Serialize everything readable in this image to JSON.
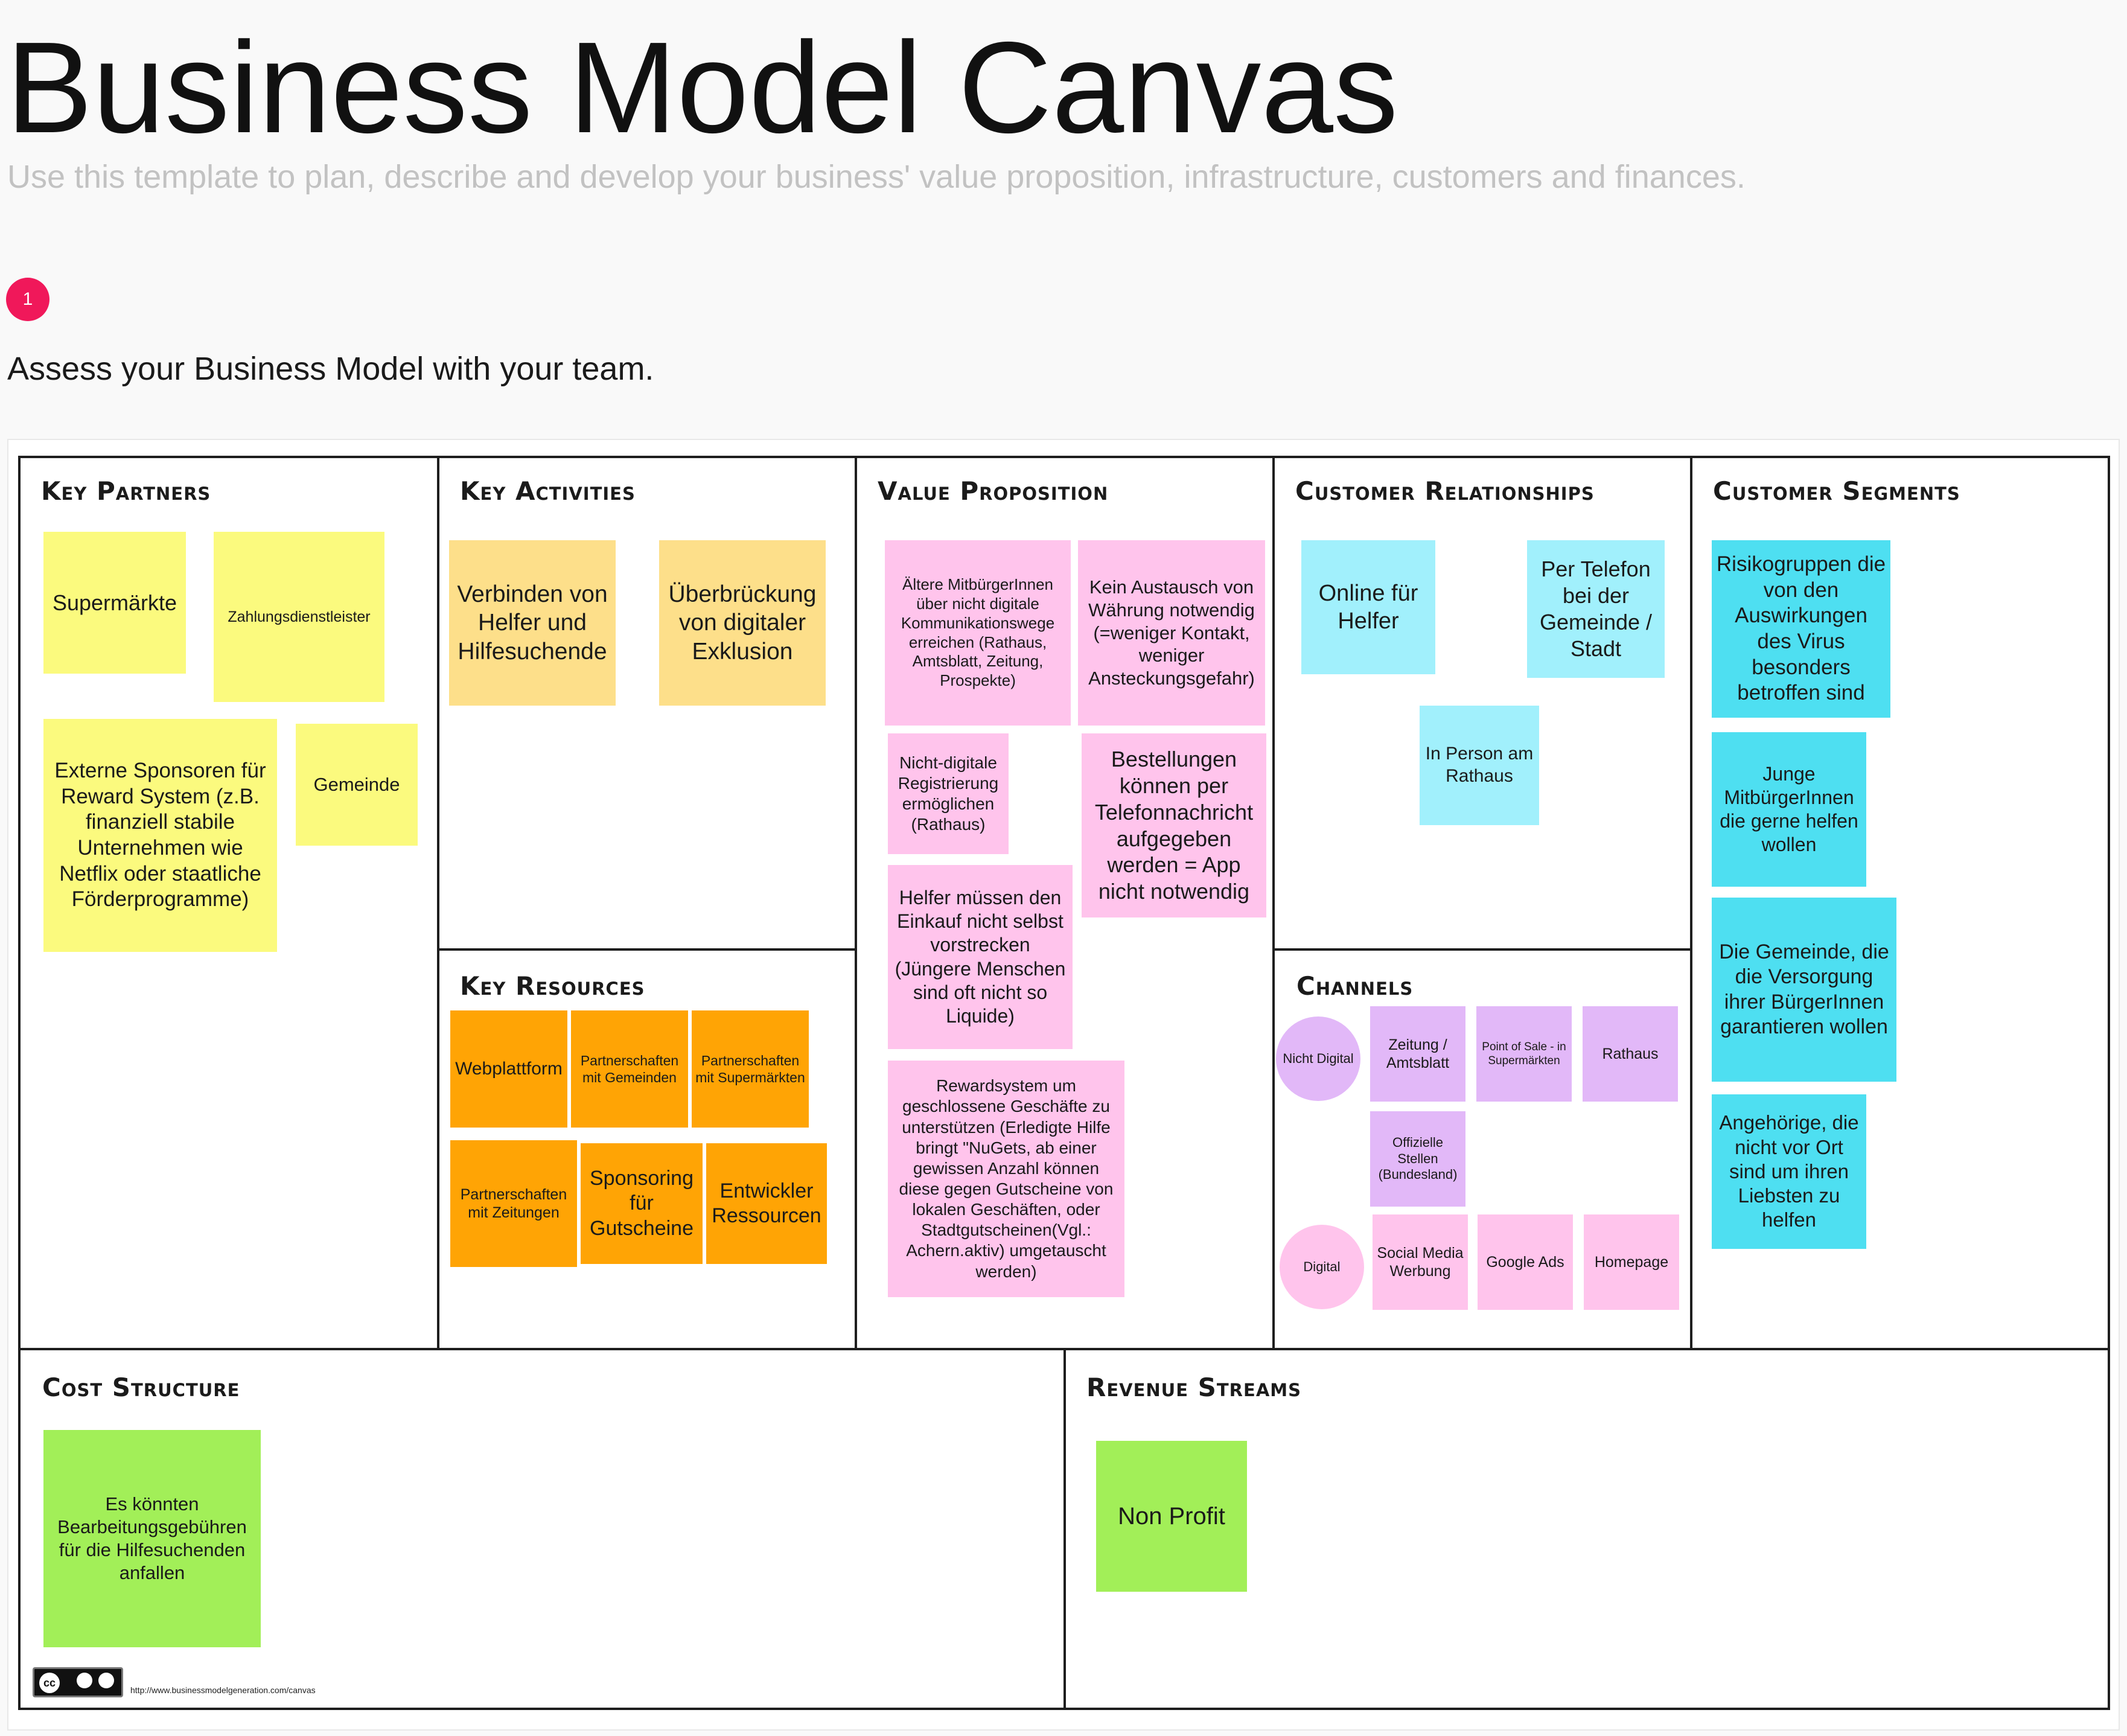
{
  "header": {
    "title": "Business Model Canvas",
    "subtitle": "Use this template to plan, describe and develop your business' value proposition, infrastructure, customers and finances.",
    "step_number": "1",
    "step_text": "Assess your Business Model with your team."
  },
  "sections": {
    "key_partners": "Key Partners",
    "key_activities": "Key Activities",
    "key_resources": "Key Resources",
    "value_proposition": "Value Proposition",
    "customer_relationships": "Customer Relationships",
    "channels": "Channels",
    "customer_segments": "Customer Segments",
    "cost_structure": "Cost Structure",
    "revenue_streams": "Revenue Streams"
  },
  "notes": {
    "key_partners": [
      "Supermärkte",
      "Zahlungsdienstleister",
      "Externe Sponsoren für Reward System (z.B. finanziell stabile Unternehmen wie Netflix oder staatliche Förderprogramme)",
      "Gemeinde"
    ],
    "key_activities": [
      "Verbinden von Helfer und Hilfesuchende",
      "Überbrückung von digitaler Exklusion"
    ],
    "key_resources": [
      "Webplattform",
      "Partnerschaften mit Gemeinden",
      "Partnerschaften mit Supermärkten",
      "Partnerschaften mit Zeitungen",
      "Sponsoring für Gutscheine",
      "Entwickler Ressourcen"
    ],
    "value_proposition": [
      "Ältere MitbürgerInnen über nicht digitale Kommunikationswege erreichen (Rathaus, Amtsblatt, Zeitung, Prospekte)",
      "Kein Austausch von Währung notwendig (=weniger Kontakt, weniger Ansteckungsgefahr)",
      "Nicht-digitale Registrierung ermöglichen (Rathaus)",
      "Bestellungen können per Telefonnachricht aufgegeben werden = App nicht notwendig",
      "Helfer  müssen den Einkauf nicht selbst vorstrecken (Jüngere Menschen sind oft nicht so Liquide)",
      "Rewardsystem um geschlossene Geschäfte zu unterstützen (Erledigte Hilfe bringt \"NuGets, ab einer gewissen Anzahl können diese gegen Gutscheine von lokalen Geschäften, oder Stadtgutscheinen(Vgl.: Achern.aktiv) umgetauscht werden)"
    ],
    "customer_relationships": [
      "Online für Helfer",
      "Per Telefon bei der Gemeinde / Stadt",
      "In Person am Rathaus"
    ],
    "channels": [
      "Nicht Digital",
      "Zeitung / Amtsblatt",
      "Point of Sale - in Supermärkten",
      "Rathaus",
      "Offizielle Stellen (Bundesland)",
      "Digital",
      "Social Media Werbung",
      "Google Ads",
      "Homepage"
    ],
    "customer_segments": [
      "Risikogruppen die von den Auswirkungen des Virus besonders betroffen sind",
      "Junge MitbürgerInnen die gerne helfen wollen",
      "Die Gemeinde, die die Versorgung ihrer BürgerInnen garantieren wollen",
      "Angehörige, die nicht vor Ort sind um ihren Liebsten zu helfen"
    ],
    "cost_structure": [
      "Es könnten Bearbeitungsgebühren für die Hilfesuchenden anfallen"
    ],
    "revenue_streams": [
      "Non Profit"
    ]
  },
  "footer": {
    "license_badge": "cc",
    "license_url": "http://www.businessmodelgeneration.com/canvas"
  },
  "colors": {
    "yellow": "#fbfa7e",
    "light_orange": "#fddf8a",
    "orange": "#ffa405",
    "pink": "#ffc4ec",
    "light_blue": "#a1f0fc",
    "cyan": "#4edff1",
    "purple": "#e2b8f8",
    "green": "#a2ef58",
    "badge": "#f0185a"
  }
}
